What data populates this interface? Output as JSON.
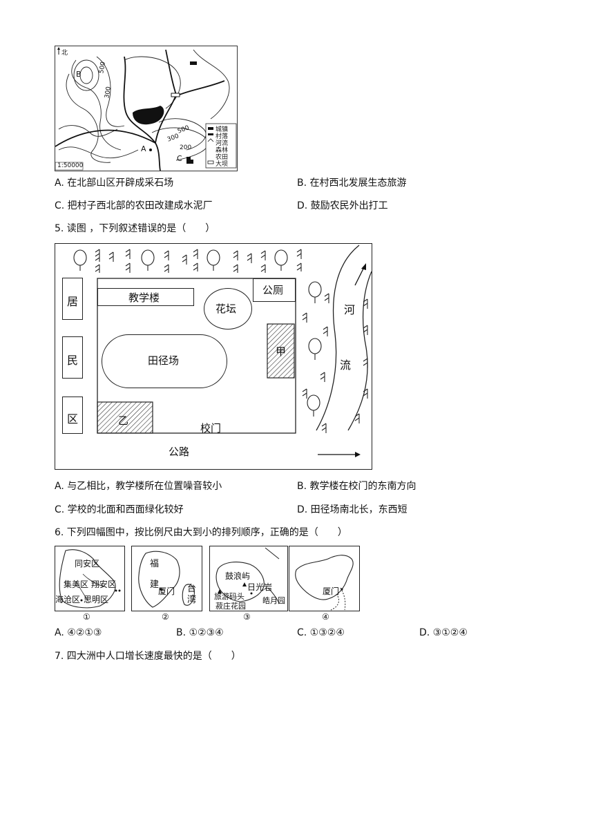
{
  "topo_map": {
    "north_label": "北",
    "point_a": "A",
    "point_b": "B",
    "point_c": "C",
    "contour_labels": [
      "500",
      "300",
      "500",
      "300",
      "200"
    ],
    "legend": [
      "城镇",
      "村落",
      "河流",
      "森林",
      "农田",
      "大坝"
    ],
    "scale": "1:50000"
  },
  "q4_options": {
    "a": "A. 在北部山区开辟成采石场",
    "b": "B. 在村西北发展生态旅游",
    "c": "C. 把村子西北部的农田改建成水泥厂",
    "d": "D. 鼓励农民外出打工"
  },
  "q5": {
    "stem": "5. 读图 ，下列叙述错误的是（　　）",
    "map": {
      "residential": [
        "居",
        "民",
        "区"
      ],
      "teaching_building": "教学楼",
      "flower_bed": "花坛",
      "toilet": "公厕",
      "track_field": "田径场",
      "jia": "甲",
      "yi": "乙",
      "school_gate": "校门",
      "road": "公路",
      "river": [
        "河",
        "流"
      ]
    },
    "options": {
      "a": "A. 与乙相比，教学楼所在位置噪音较小",
      "b": "B. 教学楼在校门的东南方向",
      "c": "C. 学校的北面和西面绿化较好",
      "d": "D. 田径场南北长，东西短"
    }
  },
  "q6": {
    "stem": "6. 下列四幅图中，按比例尺由大到小的排列顺序，正确的是（　　）",
    "map1": {
      "labels": [
        "同安区",
        "集美区",
        "翔安区",
        "海沧区",
        "思明区"
      ],
      "caption": "①"
    },
    "map2": {
      "labels": [
        "福",
        "建",
        "厦门",
        "台",
        "湾"
      ],
      "caption": "②"
    },
    "map3": {
      "labels": [
        "鼓浪屿",
        "日光岩",
        "旅游码头",
        "皓月园",
        "菽庄花园"
      ],
      "caption": "③"
    },
    "map4": {
      "labels": [
        "厦门"
      ],
      "caption": "④"
    },
    "options": {
      "a": "A. ④②①③",
      "b": "B. ①②③④",
      "c": "C. ①③②④",
      "d": "D. ③①②④"
    }
  },
  "q7": {
    "stem": "7. 四大洲中人口增长速度最快的是（　　）"
  }
}
